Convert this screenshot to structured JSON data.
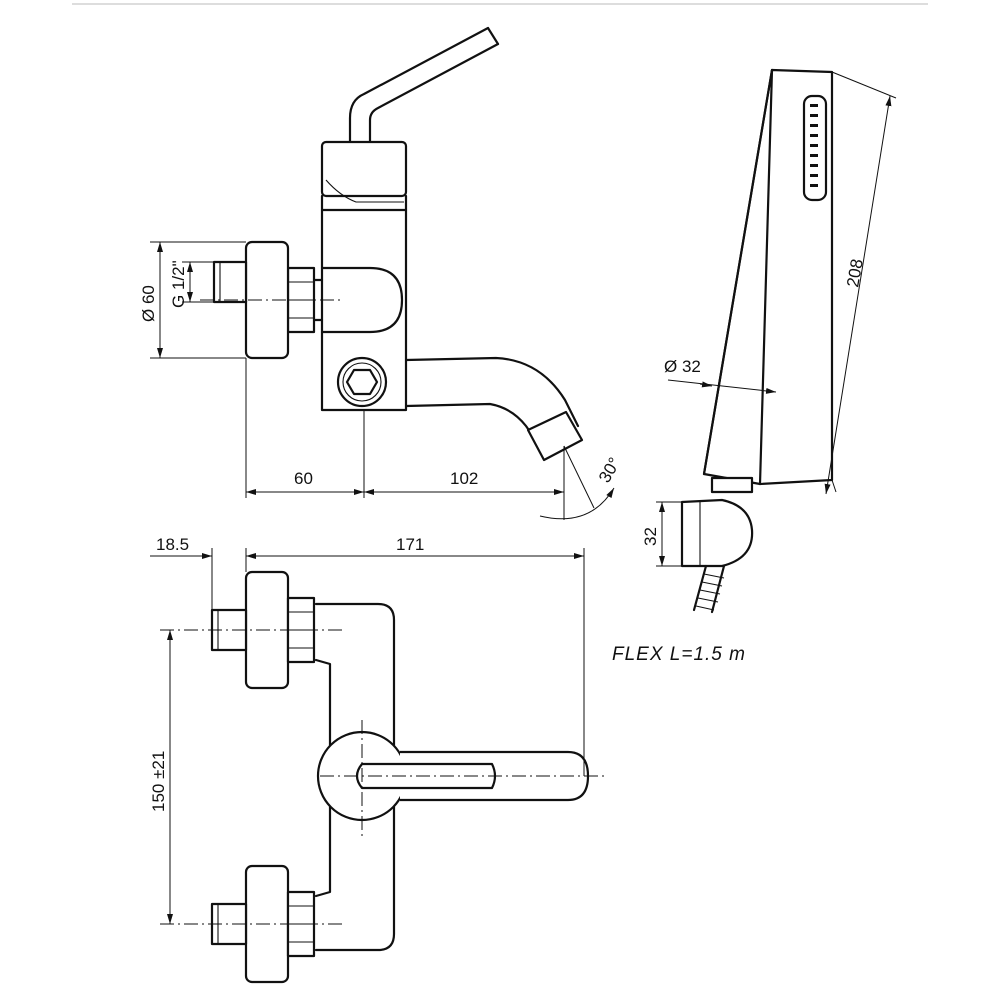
{
  "dimensions": {
    "dia_inlet": "Ø 60",
    "thread": "G 1/2\"",
    "dim_60": "60",
    "dim_102": "102",
    "angle": "30°",
    "dim_18_5": "18.5",
    "dim_171": "171",
    "dim_150": "150 ±21",
    "dia_shower": "Ø 32",
    "dim_208": "208",
    "dim_32": "32"
  },
  "labels": {
    "flex": "FLEX  L=1.5  m"
  }
}
